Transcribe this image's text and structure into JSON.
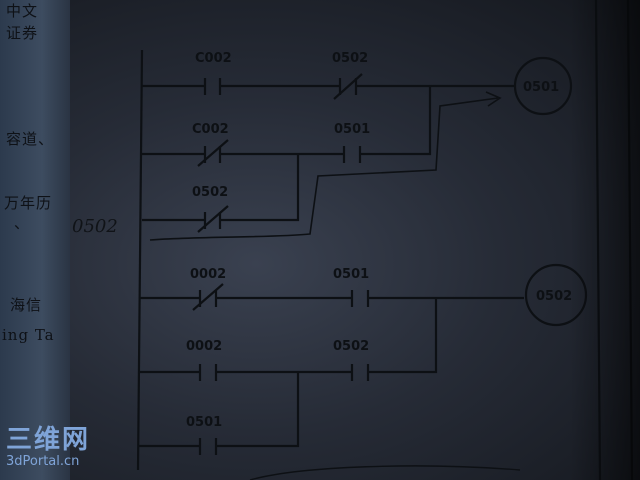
{
  "photo": {
    "side_text": [
      "中文",
      "证券",
      "容道、",
      "万年历",
      "、",
      "海信",
      "ing Ta"
    ],
    "handwritten_note": "0502",
    "watermark": {
      "brand": "三维网",
      "url": "3dPortal.cn"
    }
  },
  "ladder": {
    "rung1": {
      "contacts": [
        {
          "label": "C002",
          "type": "NO"
        },
        {
          "label": "0502",
          "type": "NC"
        }
      ],
      "parallel_contacts": [
        {
          "label": "C002",
          "type": "NC"
        },
        {
          "label": "0501",
          "type": "NO"
        },
        {
          "label": "0502",
          "type": "NC"
        }
      ],
      "coil": "0501"
    },
    "rung2": {
      "contacts": [
        {
          "label": "0002",
          "type": "NC"
        },
        {
          "label": "0501",
          "type": "NO"
        }
      ],
      "parallel_contacts": [
        {
          "label": "0002",
          "type": "NO"
        },
        {
          "label": "0502",
          "type": "NO"
        },
        {
          "label": "0501",
          "type": "NO"
        }
      ],
      "coil": "0502"
    }
  }
}
